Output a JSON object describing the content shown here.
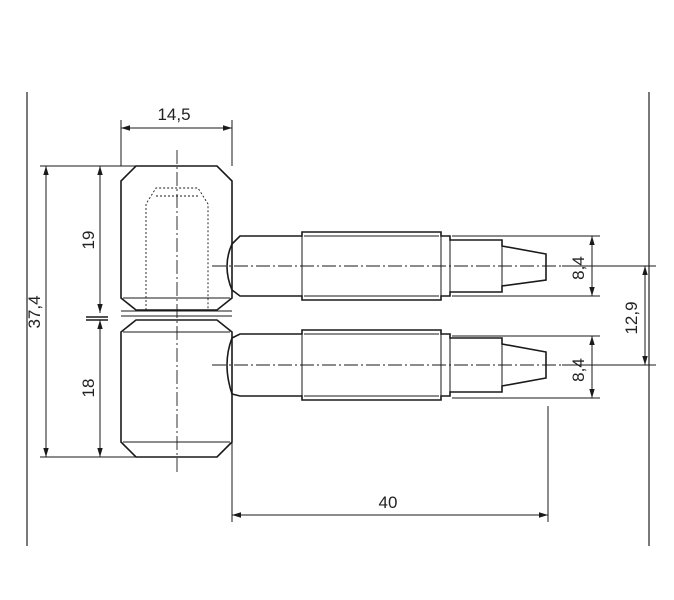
{
  "drawing": {
    "dimensions": {
      "width_top": "14,5",
      "total_height": "37,4",
      "upper_height": "19",
      "lower_height": "18",
      "pin_diameter_upper": "8,4",
      "pin_diameter_lower": "8,4",
      "pin_spacing": "12,9",
      "pin_length": "40"
    }
  }
}
